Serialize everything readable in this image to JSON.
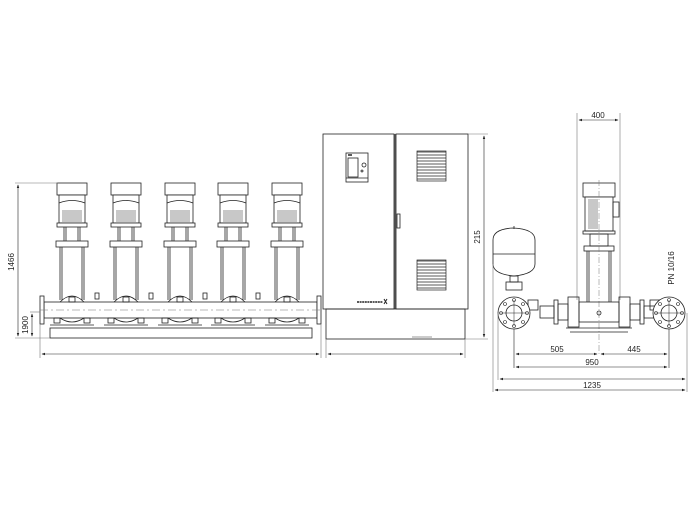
{
  "drawing": {
    "type": "Booster set dimensional drawing",
    "views": [
      "front-view-pumps",
      "control-cabinet",
      "side-view"
    ]
  },
  "dimensions": {
    "total_height": "1466",
    "manifold_height": "1900",
    "cabinet_height": "215",
    "motor_width": "400",
    "inlet_to_center": "505",
    "center_to_outlet": "445",
    "flange_span": "950",
    "overall_depth": "1235",
    "pressure_rating": "PN 10/16"
  },
  "pumps": {
    "count": 5,
    "x_positions": [
      72,
      126,
      180,
      233,
      287
    ]
  },
  "cabinet": {
    "brand_mark": "grundfos-logo",
    "controller": "control-panel-display"
  },
  "colors": {
    "line": "#222222",
    "light_line": "#777777",
    "background": "#ffffff"
  }
}
